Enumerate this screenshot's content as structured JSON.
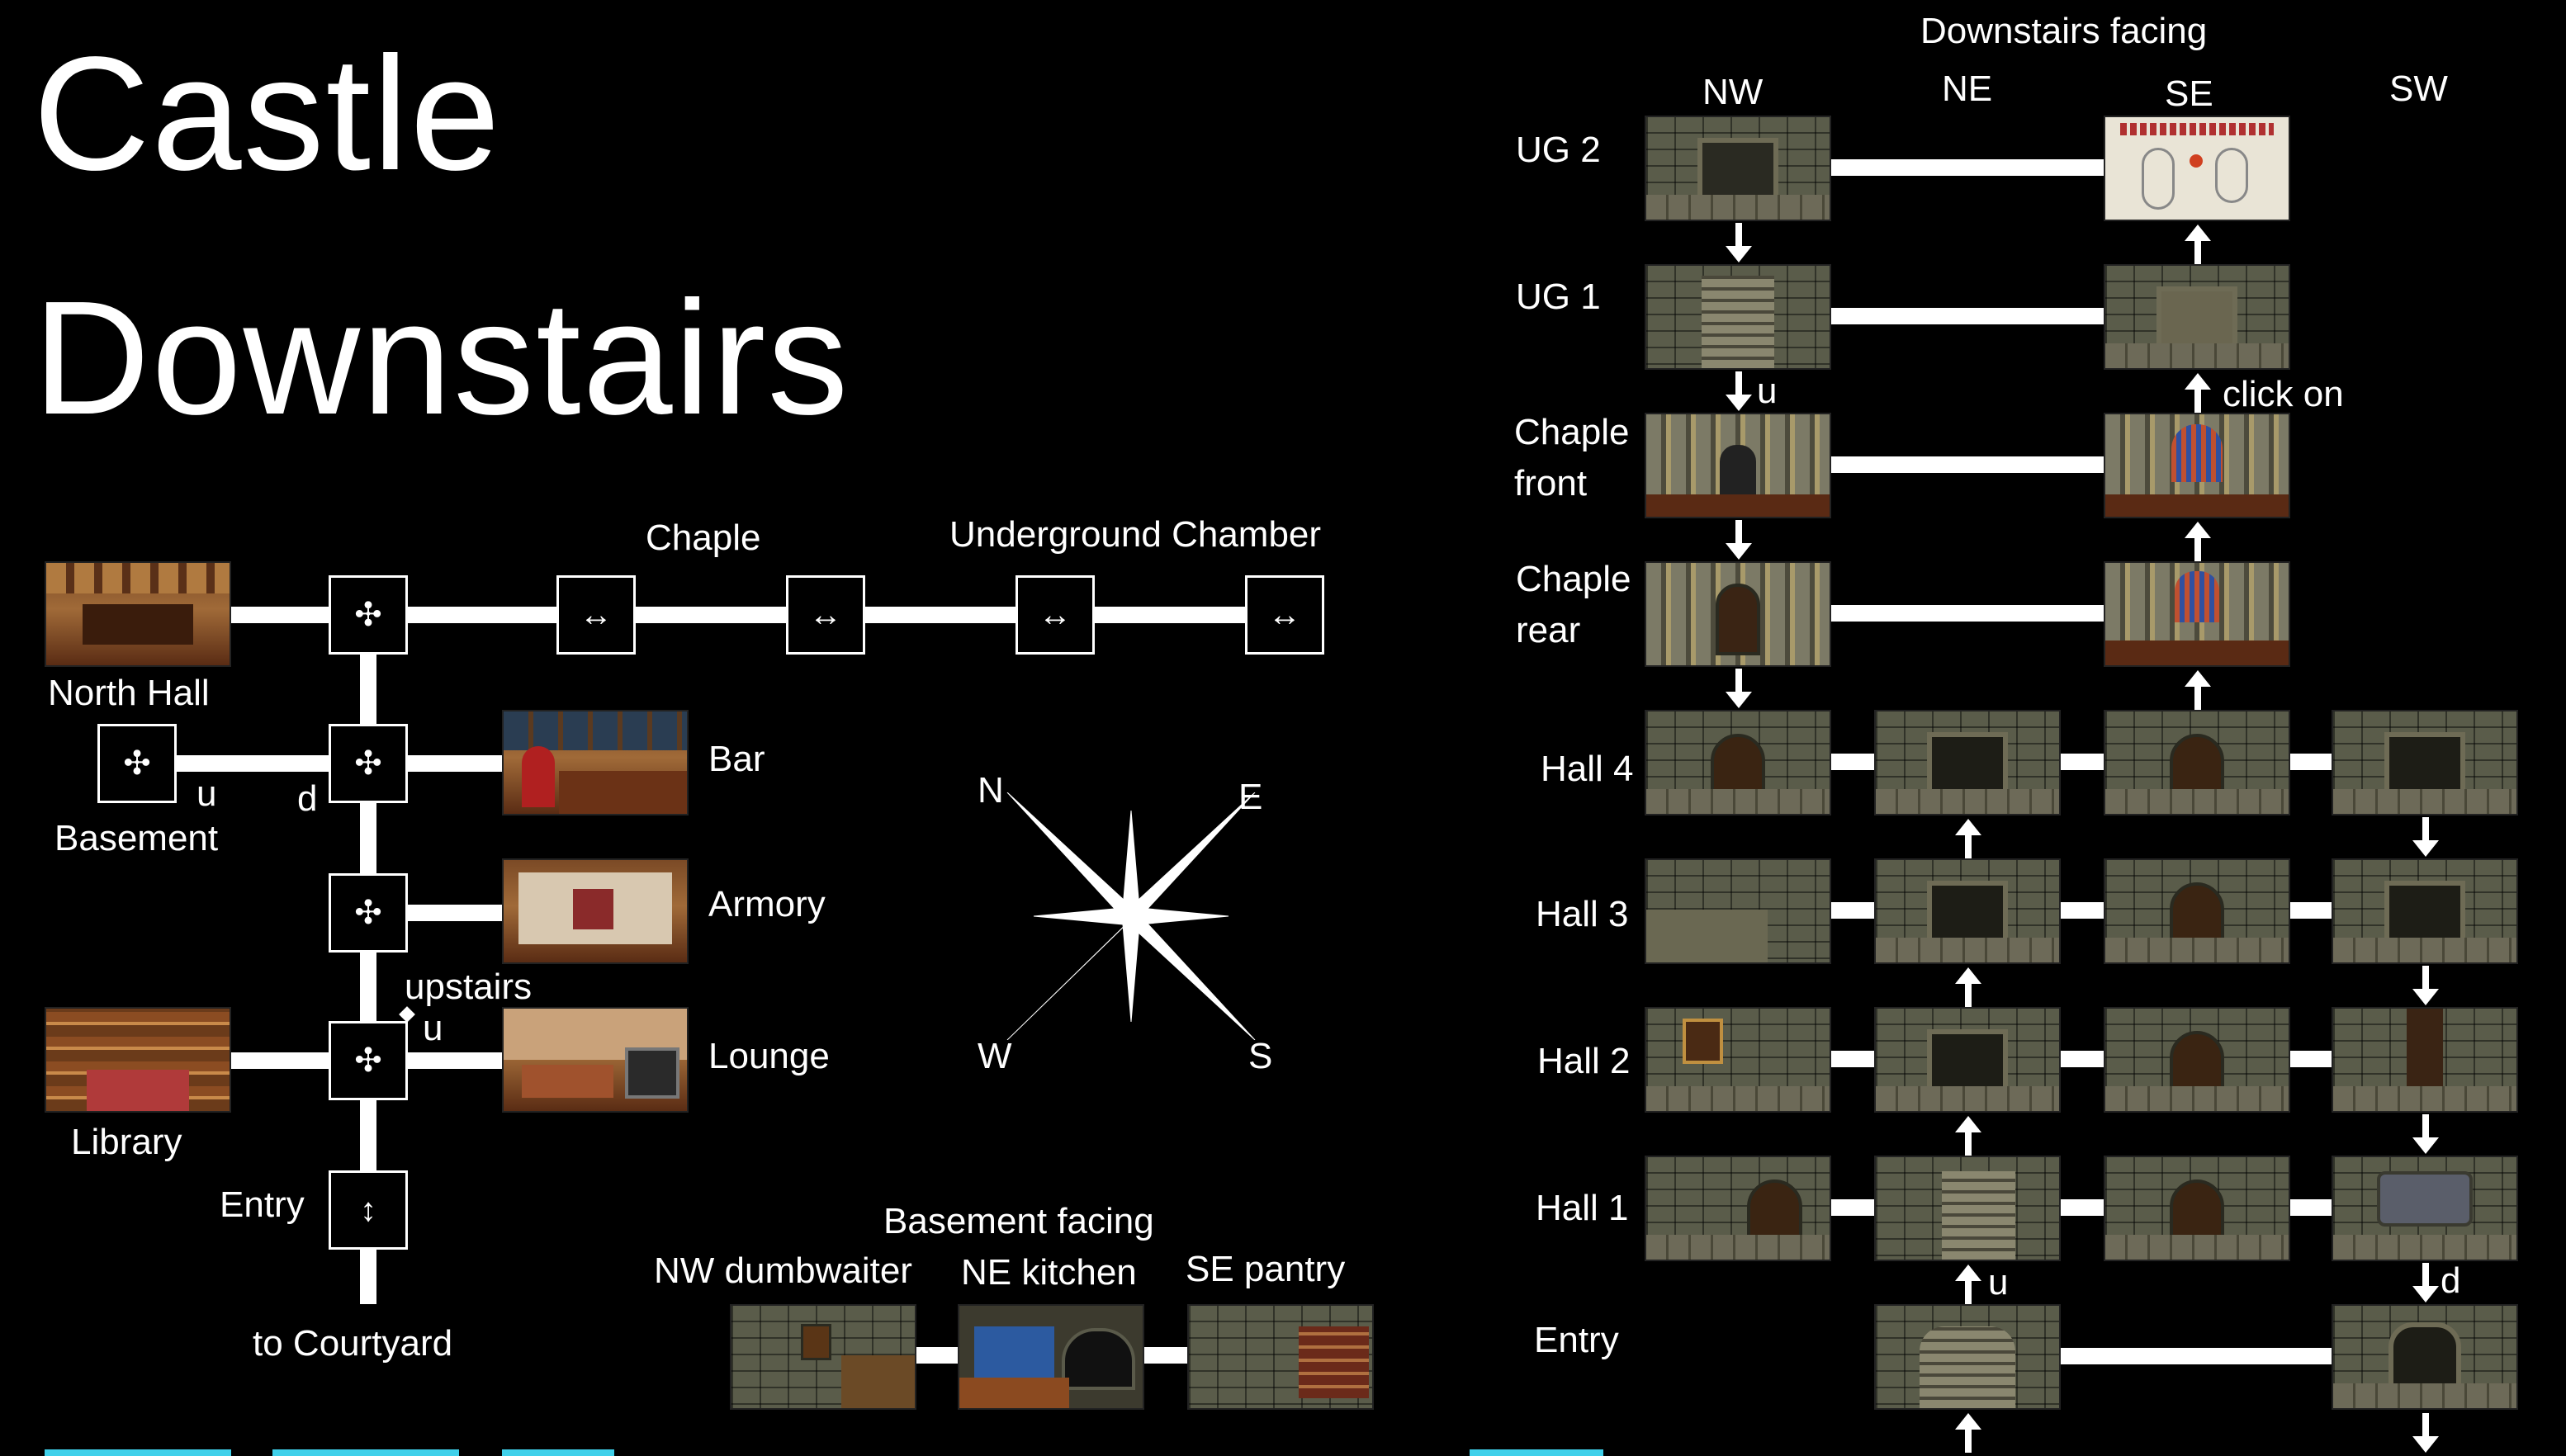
{
  "title": {
    "line1": "Castle",
    "line2": "Downstairs"
  },
  "left_map": {
    "labels": {
      "chaple": "Chaple",
      "underground_chamber": "Underground Chamber",
      "north_hall": "North Hall",
      "bar": "Bar",
      "basement": "Basement",
      "u1": "u",
      "d1": "d",
      "armory": "Armory",
      "upstairs": "upstairs",
      "u2": "u",
      "lounge": "Lounge",
      "library": "Library",
      "entry": "Entry",
      "to_courtyard": "to Courtyard"
    },
    "node_glyphs": {
      "cross": "✣",
      "lr": "↔",
      "ud": "↕"
    }
  },
  "compass": {
    "n": "N",
    "e": "E",
    "w": "W",
    "s": "S"
  },
  "basement_facing": {
    "title": "Basement facing",
    "nw": "NW dumbwaiter",
    "ne": "NE kitchen",
    "se": "SE pantry"
  },
  "right_grid": {
    "title": "Downstairs facing",
    "columns": [
      "NW",
      "NE",
      "SE",
      "SW"
    ],
    "rows": [
      "UG 2",
      "UG 1",
      "Chaple front",
      "Chaple rear",
      "Hall 4",
      "Hall 3",
      "Hall 2",
      "Hall 1",
      "Entry"
    ],
    "chaple_front_l1": "Chaple",
    "chaple_front_l2": "front",
    "chaple_rear_l1": "Chaple",
    "chaple_rear_l2": "rear",
    "u_label": "u",
    "click_on": "click on",
    "u_entry": "u",
    "d_entry": "d"
  },
  "colors": {
    "accent_cyan": "#3fd0ea",
    "background": "#000000",
    "lines": "#ffffff"
  }
}
